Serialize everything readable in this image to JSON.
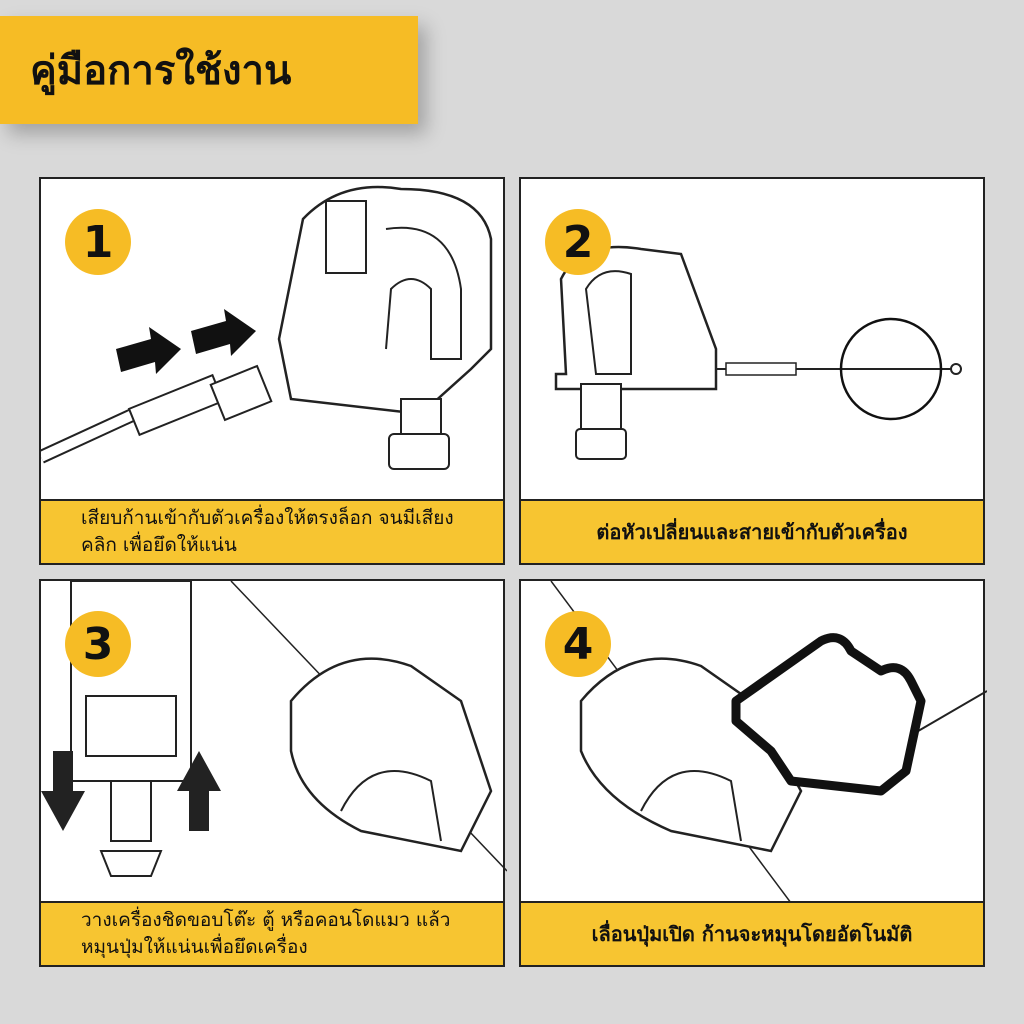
{
  "title": "คู่มือการใช้งาน",
  "steps": [
    {
      "number": "1",
      "caption": "เสียบก้านเข้ากับตัวเครื่องให้ตรงล็อก จนมีเสียง คลิก เพื่อยึดให้แน่น"
    },
    {
      "number": "2",
      "caption": "ต่อหัวเปลี่ยนและสายเข้ากับตัวเครื่อง"
    },
    {
      "number": "3",
      "caption": "วางเครื่องชิดขอบโต๊ะ ตู้ หรือคอนโดแมว แล้วหมุนปุ่มให้แน่นเพื่อยึดเครื่อง"
    },
    {
      "number": "4",
      "caption": "เลื่อนปุ่มเปิด ก้านจะหมุนโดยอัตโนมัติ"
    }
  ],
  "colors": {
    "accent": "#f6bc25",
    "background": "#d9d9d9"
  }
}
